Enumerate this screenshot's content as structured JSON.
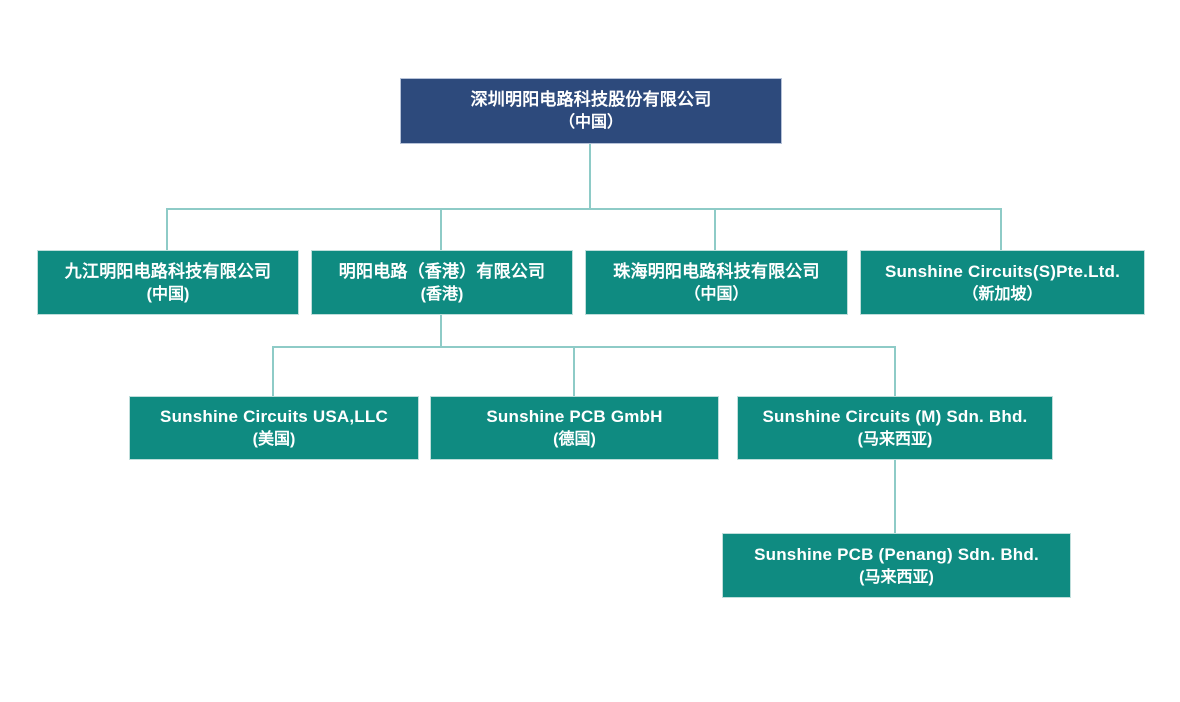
{
  "org": {
    "root": {
      "name": "深圳明阳电路科技股份有限公司",
      "location": "（中国）"
    },
    "level2": [
      {
        "name": "九江明阳电路科技有限公司",
        "location": "(中国)"
      },
      {
        "name": "明阳电路（香港）有限公司",
        "location": "(香港)"
      },
      {
        "name": "珠海明阳电路科技有限公司",
        "location": "（中国）"
      },
      {
        "name": "Sunshine Circuits(S)Pte.Ltd.",
        "location": "（新加坡）"
      }
    ],
    "level3": [
      {
        "name": "Sunshine Circuits USA,LLC",
        "location": "(美国)"
      },
      {
        "name": "Sunshine PCB GmbH",
        "location": "(德国)"
      },
      {
        "name": "Sunshine Circuits (M) Sdn. Bhd.",
        "location": "(马来西亚)"
      }
    ],
    "level4": [
      {
        "name": "Sunshine PCB (Penang) Sdn. Bhd.",
        "location": "(马来西亚)"
      }
    ]
  },
  "colors": {
    "root_box": "#2d4a7c",
    "subsidiary_box": "#0f8b81",
    "connector": "#8ecbc7",
    "text": "#ffffff",
    "background": "#ffffff"
  }
}
